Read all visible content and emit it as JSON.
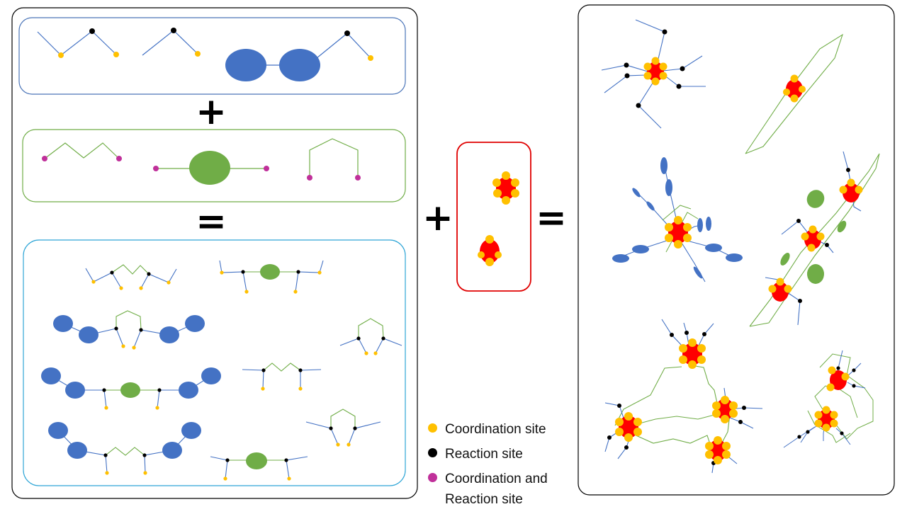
{
  "colors": {
    "coordination": "#FFC000",
    "reaction": "#000000",
    "coordination_reaction": "#C0309A",
    "ligand_line": "#4472C4",
    "linker_line": "#70AD47",
    "ellipse_blue": "#4472C4",
    "ellipse_green": "#70AD47",
    "metal_core": "#FF0000",
    "metal_box_border": "#E00000",
    "box_blue_border": "#4A74B8",
    "box_green_border": "#70AD47",
    "box_cyan_border": "#2EA5D6",
    "frame_border": "#000000"
  },
  "operators": {
    "plus_1": "+",
    "equals_1": "=",
    "plus_2": "+",
    "equals_2": "="
  },
  "legend": [
    {
      "key": "coordination",
      "label": "Coordination site",
      "icon": "yellow-dot"
    },
    {
      "key": "reaction",
      "label": "Reaction site",
      "icon": "black-dot"
    },
    {
      "key": "coordination_reaction",
      "label": "Coordination and Reaction site",
      "icon": "magenta-dot"
    }
  ]
}
